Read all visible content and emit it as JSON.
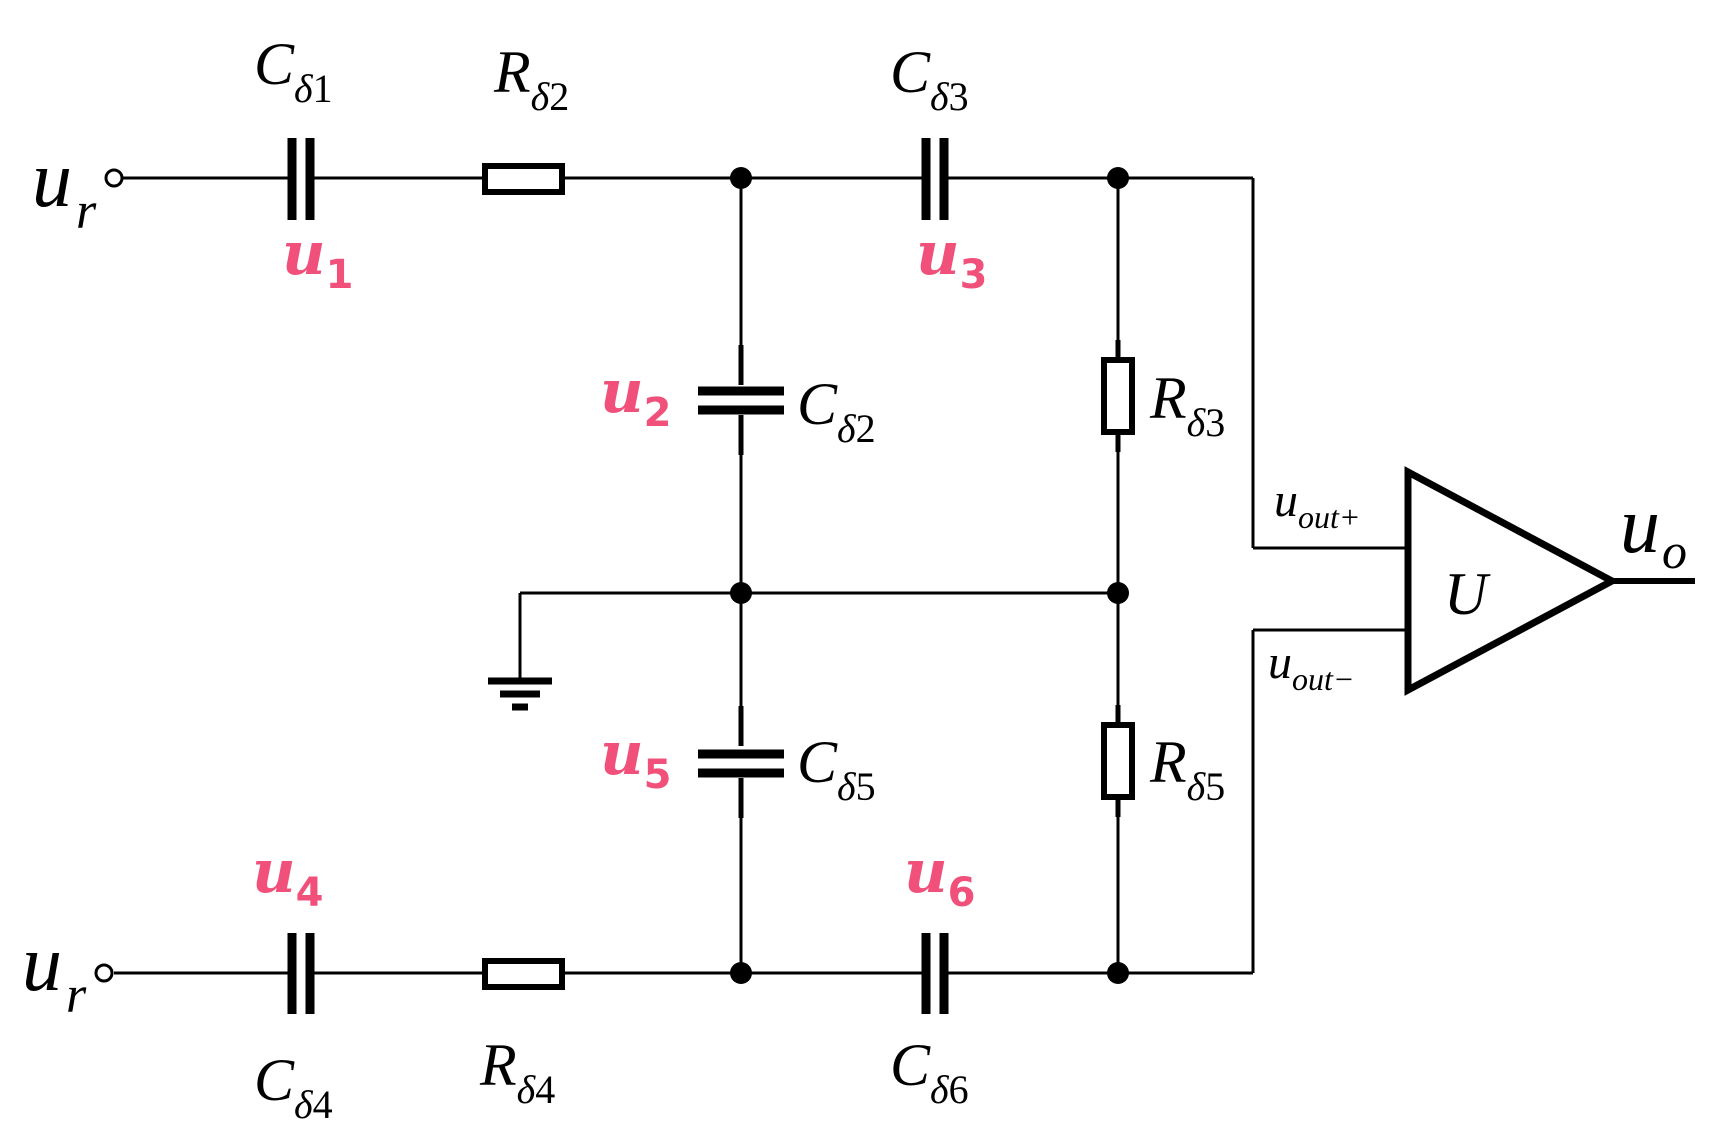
{
  "colors": {
    "line": "#000000",
    "highlight": "#f0507a",
    "background": "#ffffff"
  },
  "terminals": {
    "input_top": {
      "main": "u",
      "sub": "r"
    },
    "input_bottom": {
      "main": "u",
      "sub": "r"
    },
    "output": {
      "main": "u",
      "sub": "o"
    }
  },
  "components": {
    "c1": {
      "main": "C",
      "sub_greek": "δ",
      "sub_num": "1"
    },
    "r2": {
      "main": "R",
      "sub_greek": "δ",
      "sub_num": "2"
    },
    "c3": {
      "main": "C",
      "sub_greek": "δ",
      "sub_num": "3"
    },
    "c2": {
      "main": "C",
      "sub_greek": "δ",
      "sub_num": "2"
    },
    "r3": {
      "main": "R",
      "sub_greek": "δ",
      "sub_num": "3"
    },
    "c5": {
      "main": "C",
      "sub_greek": "δ",
      "sub_num": "5"
    },
    "r5": {
      "main": "R",
      "sub_greek": "δ",
      "sub_num": "5"
    },
    "c4": {
      "main": "C",
      "sub_greek": "δ",
      "sub_num": "4"
    },
    "r4": {
      "main": "R",
      "sub_greek": "δ",
      "sub_num": "4"
    },
    "c6": {
      "main": "C",
      "sub_greek": "δ",
      "sub_num": "6"
    }
  },
  "voltages": {
    "u1": {
      "main": "u",
      "sub": "1"
    },
    "u2": {
      "main": "u",
      "sub": "2"
    },
    "u3": {
      "main": "u",
      "sub": "3"
    },
    "u4": {
      "main": "u",
      "sub": "4"
    },
    "u5": {
      "main": "u",
      "sub": "5"
    },
    "u6": {
      "main": "u",
      "sub": "6"
    }
  },
  "amplifier": {
    "symbol": "U",
    "input_plus": {
      "main": "u",
      "sub": "out+"
    },
    "input_minus": {
      "main": "u",
      "sub": "out−"
    }
  }
}
